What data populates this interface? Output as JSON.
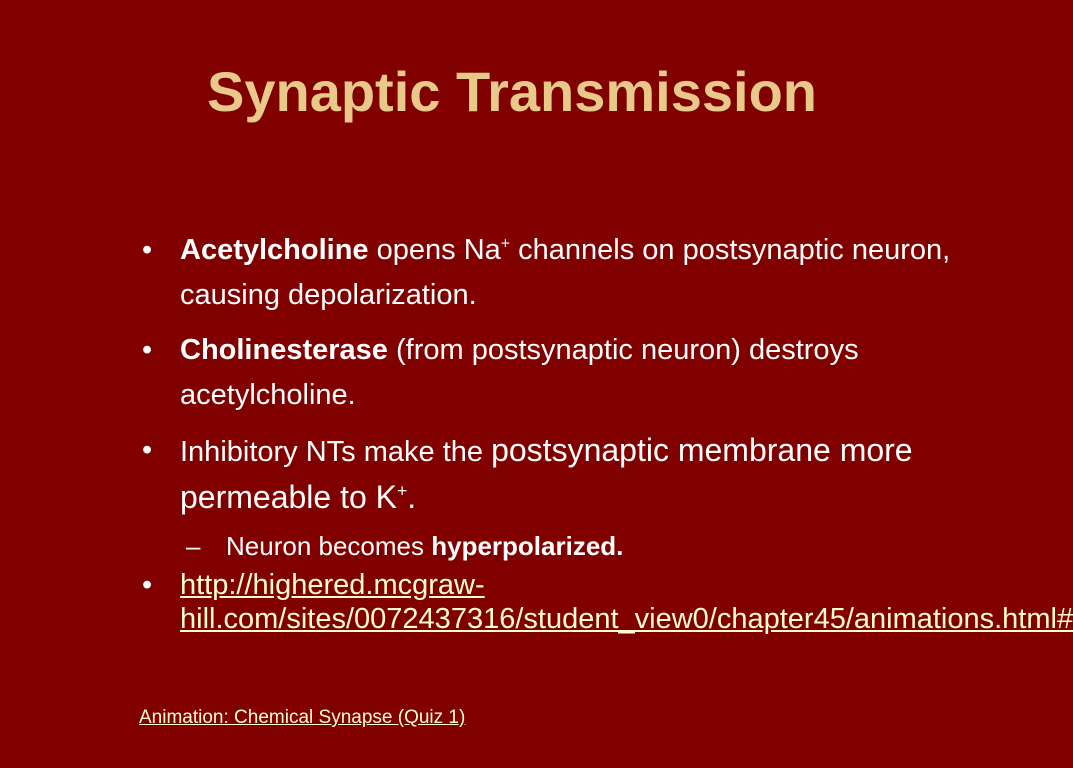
{
  "slide": {
    "title": "Synaptic Transmission",
    "bullet_glyph": "•",
    "dash_glyph": "–",
    "bullets": [
      {
        "bold": "Acetylcholine",
        "text_a": " opens Na",
        "sup": "+",
        "text_b": " channels on postsynaptic neuron, causing depolarization."
      },
      {
        "bold": "Cholinesterase",
        "text": " (from postsynaptic neuron) destroys acetylcholine."
      },
      {
        "text_a": "Inhibitory NTs make the ",
        "text_large": "postsynaptic membrane more permeable to K",
        "sup": "+",
        "text_b": ".",
        "sub": {
          "text": "Neuron becomes ",
          "bold": "hyperpolarized."
        }
      },
      {
        "link_text": "http://highered.mcgraw-hill.com/sites/0072437316/student_view0/chapter45/animations.html#"
      }
    ],
    "footer_link": "Animation: Chemical Synapse (Quiz 1)"
  },
  "colors": {
    "background": "#800000",
    "title": "#e8c98a",
    "body_text": "#ffffff",
    "link": "#ffffcc"
  }
}
